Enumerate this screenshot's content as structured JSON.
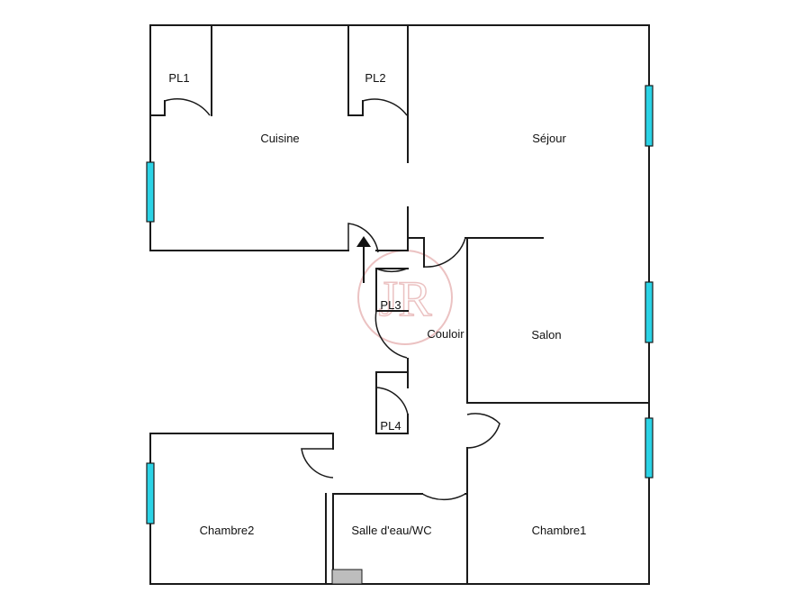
{
  "rooms": {
    "pl1": "PL1",
    "pl2": "PL2",
    "cuisine": "Cuisine",
    "sejour": "Séjour",
    "pl3": "PL3",
    "couloir": "Couloir",
    "salon": "Salon",
    "pl4": "PL4",
    "chambre2": "Chambre2",
    "salle_eau": "Salle d'eau/WC",
    "chambre1": "Chambre1"
  },
  "colors": {
    "window": "#2bd3e6",
    "wall": "#1a1a1a",
    "fixture": "#bdbdbd",
    "watermark": "#e7b3b3"
  },
  "watermark": {
    "logo": "JR"
  }
}
